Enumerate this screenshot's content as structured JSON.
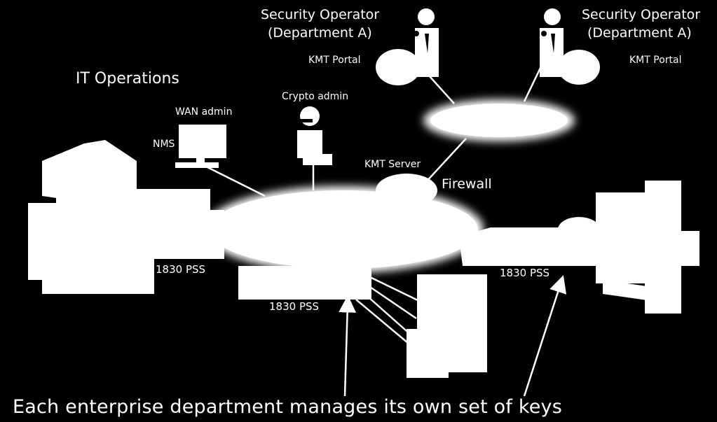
{
  "labels": {
    "operator_left_line1": "Security Operator",
    "operator_left_line2": "(Department A)",
    "operator_right_line1": "Security Operator",
    "operator_right_line2": "(Department A)",
    "kmt_portal_left": "KMT Portal",
    "kmt_portal_right": "KMT Portal",
    "it_operations": "IT Operations",
    "wan_admin": "WAN admin",
    "nms": "NMS",
    "crypto_admin": "Crypto admin",
    "kmt_server": "KMT Server",
    "firewall": "Firewall",
    "pss_left": "1830 PSS",
    "pss_center": "1830 PSS",
    "pss_right": "1830 PSS",
    "caption": "Each enterprise department manages its own set of keys"
  },
  "colors": {
    "background": "#000000",
    "foreground": "#ffffff"
  },
  "icons": [
    "person-icon",
    "person-icon",
    "person-icon",
    "computer-monitor-icon",
    "building-icon",
    "network-cloud-icon"
  ]
}
